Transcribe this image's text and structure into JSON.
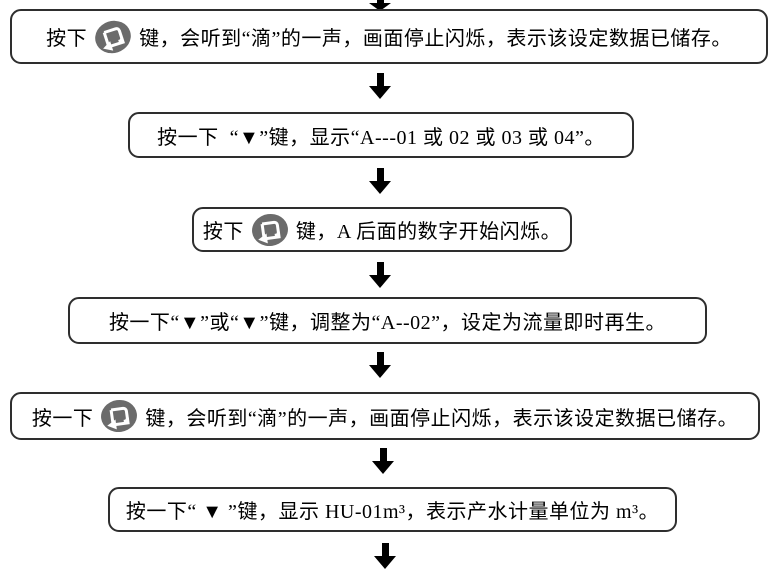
{
  "flowchart": {
    "title": "device-setting-flow",
    "colors": {
      "background": "#ffffff",
      "box_border": "#2e2e2e",
      "arrow": "#000000",
      "text": "#000000",
      "key_icon_fill": "#6b6b6b",
      "key_icon_glyph": "#ffffff"
    },
    "icon_name": "enter-key-icon",
    "steps": [
      {
        "id": 1,
        "text_before": "按下",
        "has_icon": true,
        "text_after": "键，会听到“滴”的一声，画面停止闪烁，表示该设定数据已储存。"
      },
      {
        "id": 2,
        "text": "按一下  “▼”键，显示“A---01 或 02 或 03 或 04”。"
      },
      {
        "id": 3,
        "text_before": "按下",
        "has_icon": true,
        "text_after": "键，A 后面的数字开始闪烁。"
      },
      {
        "id": 4,
        "text": "按一下“▼”或“▼”键，调整为“A--02”，设定为流量即时再生。"
      },
      {
        "id": 5,
        "text_before": "按一下",
        "has_icon": true,
        "text_after": "键，会听到“滴”的一声，画面停止闪烁，表示该设定数据已储存。"
      },
      {
        "id": 6,
        "text": "按一下“ ▼ ”键，显示 HU-01m³，表示产水计量单位为 m³。"
      }
    ]
  }
}
